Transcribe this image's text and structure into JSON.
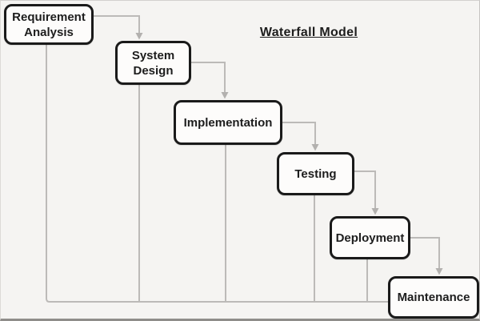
{
  "title": "Waterfall Model",
  "diagram": {
    "type": "flowchart",
    "boxes": [
      {
        "label": "Requirement Analysis"
      },
      {
        "label": "System Design"
      },
      {
        "label": "Implementation"
      },
      {
        "label": "Testing"
      },
      {
        "label": "Deployment"
      },
      {
        "label": "Maintenance"
      }
    ],
    "edges": [
      {
        "from": "Requirement Analysis",
        "to": "System Design",
        "style": "arrow"
      },
      {
        "from": "System Design",
        "to": "Implementation",
        "style": "arrow"
      },
      {
        "from": "Implementation",
        "to": "Testing",
        "style": "arrow"
      },
      {
        "from": "Testing",
        "to": "Deployment",
        "style": "arrow"
      },
      {
        "from": "Deployment",
        "to": "Maintenance",
        "style": "arrow"
      },
      {
        "from": "Requirement Analysis",
        "to": "Maintenance",
        "style": "feedback-line"
      },
      {
        "from": "System Design",
        "to": "Maintenance",
        "style": "feedback-line"
      },
      {
        "from": "Implementation",
        "to": "Maintenance",
        "style": "feedback-line"
      },
      {
        "from": "Testing",
        "to": "Maintenance",
        "style": "feedback-line"
      },
      {
        "from": "Deployment",
        "to": "Maintenance",
        "style": "feedback-line"
      }
    ]
  },
  "colors": {
    "canvas-bg": "#f5f4f2",
    "box-bg": "#fdfcfb",
    "box-border": "#1a1a1a",
    "text": "#1d1d1d",
    "connector": "#bcbab8",
    "arrowhead": "#b3b1af",
    "frame-bottom": "#8f8d8a"
  }
}
